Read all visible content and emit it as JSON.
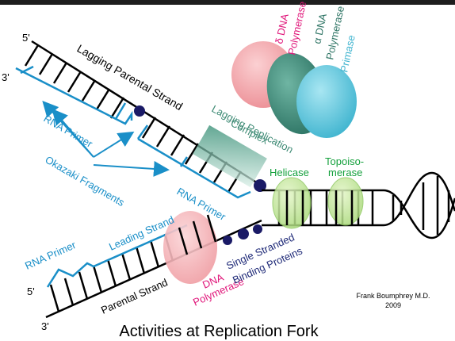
{
  "title": "Activities at Replication Fork",
  "credit": {
    "name": "Frank Boumphrey M.D.",
    "year": "2009"
  },
  "colors": {
    "strand": "#000000",
    "new_strand": "#1a8fc8",
    "label_blue": "#1a8fc8",
    "label_green": "#14a03c",
    "label_magenta": "#e0167a",
    "label_navy": "#1f2a78",
    "binding_protein": "#1a1a66",
    "delta_pol": "#f3a4a8",
    "alpha_pol": "#3e8f7c",
    "primase": "#5fc6dd",
    "helicase": "#c7e89a",
    "complex": "#3d9a80",
    "leading_pol": "#f3a4a8"
  },
  "strand_ends": {
    "lag_five": "5'",
    "lag_three": "3'",
    "lead_five": "5'",
    "lead_three": "3'"
  },
  "labels": {
    "lagging_parental": "Lagging Parental Strand",
    "rna_primer_upper": "RNA Primer",
    "okazaki": "Okazaki Fragments",
    "rna_primer_mid": "RNA Primer",
    "rna_primer_lower": "RNA Primer",
    "leading_strand": "Leading Strand",
    "parental_strand": "Parental Strand",
    "dna_pol_line1": "DNA",
    "dna_pol_line2": "Polymerase",
    "ssb_line1": "Single Stranded",
    "ssb_line2": "Binding Proteins",
    "lag_complex_line1": "Lagging Replication",
    "lag_complex_line2": "Complex",
    "helicase": "Helicase",
    "topo_line1": "Topoiso-",
    "topo_line2": "merase",
    "delta_line1": "δ DNA",
    "delta_line2": "Polymerase",
    "alpha_line1": "α DNA",
    "alpha_line2": "Polymerase",
    "primase": "Primase"
  }
}
